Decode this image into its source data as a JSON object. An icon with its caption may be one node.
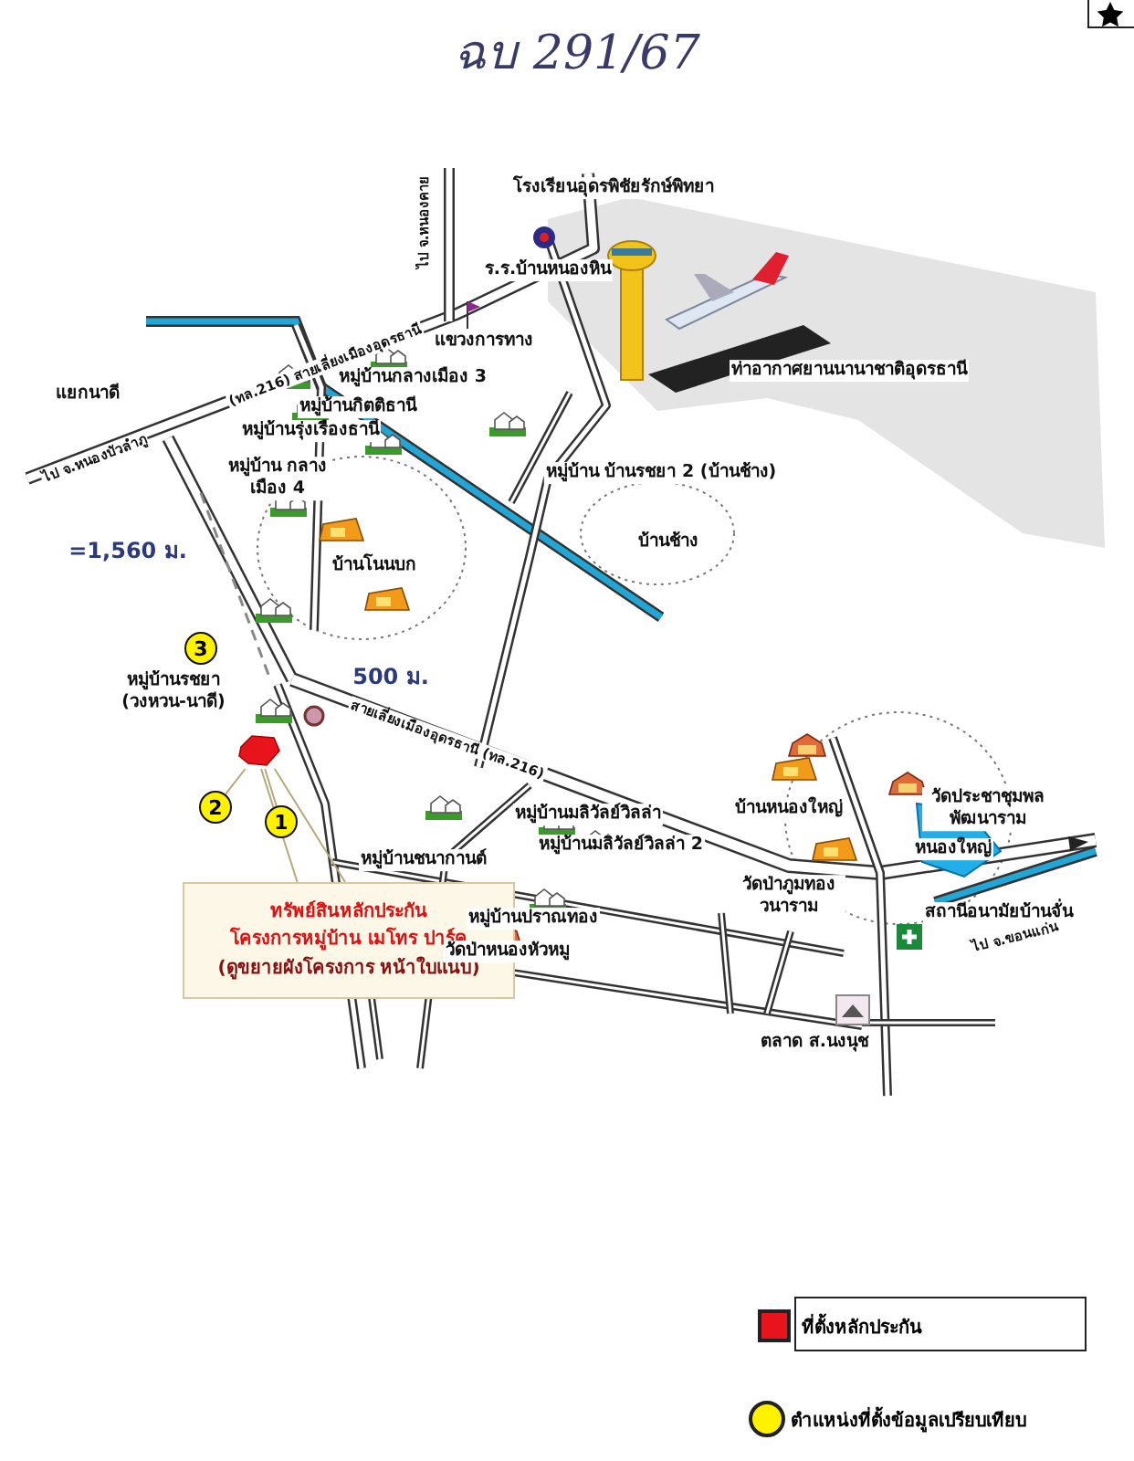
{
  "diagram": {
    "nodes": [
      {
        "text": [
          "3"
        ]
      },
      {
        "text": [],
        "shape": "picture"
      },
      {
        "text": [
          "2"
        ]
      },
      {
        "text": [
          "1"
        ]
      },
      {
        "text": [
          "ทรัพย์สินหลักประกัน",
          "โครงการหมู่บ้าน เมโทร ปาร์ค",
          "(ดูขยายผังโครงการ หน้าใบแนบ)"
        ]
      }
    ],
    "edges": [
      {
        "from": 2,
        "to": 1,
        "arrow": "none"
      },
      {
        "from": 3,
        "to": 1,
        "arrow": "none"
      },
      {
        "from": 4,
        "to": 1,
        "arrow": "none"
      },
      {
        "from": 4,
        "to": 1,
        "arrow": "none"
      }
    ],
    "labels": [
      "ฉบ 291/67",
      "โรงเรียนอุดรพิชัยรักษ์พิทยา",
      "ไป จ.หนองคาย",
      "ร.ร.บ้านหนองหิน",
      "แขวงการทาง",
      "ท่าอากาศยานนานาชาติอุดรธานี",
      "หมู่บ้านกลางเมือง 3",
      "หมู่บ้านกิตติธานี",
      "แยกนาดี",
      "(ทล.216) สายเลี่ยงเมืองอุดรธานี",
      "ไป จ.หนองบัวลำภู",
      "หมู่บ้านรุ่งเรืองธานี",
      "หมู่บ้าน กลางเมือง 4",
      "หมู่บ้าน บ้านรชยา 2 (บ้านช้าง)",
      "บ้านโนนบก",
      "บ้านช้าง",
      "=1,560 ม.",
      "หมู่บ้านรชยา (วงหวน-นาดี)",
      "500 ม.",
      "สายเลี่ยงเมืองอุดรธานี (ทล.216)",
      "หมู่บ้านมลิวัลย์วิลล่า",
      "หมู่บ้านมลิวัลย์วิลล่า 2",
      "หมู่บ้านชนากานต์",
      "หมู่บ้านปราณทอง",
      "วัดป่าหนองหัวหมู",
      "บ้านหนองใหญ่",
      "วัดประชาชุมพล พัฒนาราม",
      "หนองใหญ่",
      "วัดป่าภูมทอง วนาราม",
      "สถานีอนามัยบ้านจั่น",
      "ไป จ.ขอนแก่น",
      "ตลาด ส.นงนุช"
    ],
    "legend": [
      {
        "text": "ที่ตั้งหลักประกัน",
        "color": "#e8141b"
      },
      {
        "text": "ตำแหน่งที่ตั้งข้อมูลเปรียบเทียบ",
        "color": "#fff200"
      }
    ]
  }
}
